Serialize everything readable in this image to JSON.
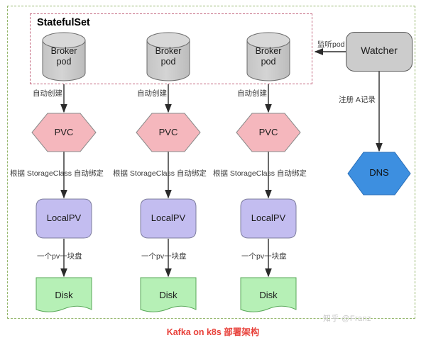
{
  "diagram": {
    "caption": "Kafka on k8s 部署架构",
    "watermark": "知乎 @Franz",
    "groups": {
      "outer": {
        "name": "cluster-boundary",
        "border_color": "#93b56a"
      },
      "statefulset": {
        "label": "StatefulSet",
        "border_color": "#c2647c"
      }
    },
    "colors": {
      "pod_fill": "#cccccc",
      "pvc_fill": "#f5b7bd",
      "localpv_fill": "#c3bdf0",
      "disk_fill": "#b6f0b6",
      "dns_fill": "#3d8fe0",
      "watcher_fill": "#cccccc",
      "caption_color": "#e8413a"
    },
    "columns": [
      {
        "pod": "Broker\npod",
        "pod_line1": "Broker",
        "pod_line2": "pod",
        "edge_pod_to_pvc": "自动创建",
        "pvc": "PVC",
        "edge_pvc_to_localpv": "根据 StorageClass 自动绑定",
        "localpv": "LocalPV",
        "edge_localpv_to_disk": "一个pv一块盘",
        "disk": "Disk"
      },
      {
        "pod_line1": "Broker",
        "pod_line2": "pod",
        "edge_pod_to_pvc": "自动创建",
        "pvc": "PVC",
        "edge_pvc_to_localpv": "根据 StorageClass 自动绑定",
        "localpv": "LocalPV",
        "edge_localpv_to_disk": "一个pv一块盘",
        "disk": "Disk"
      },
      {
        "pod_line1": "Broker",
        "pod_line2": "pod",
        "edge_pod_to_pvc": "自动创建",
        "pvc": "PVC",
        "edge_pvc_to_localpv": "根据 StorageClass 自动绑定",
        "localpv": "LocalPV",
        "edge_localpv_to_disk": "一个pv一块盘",
        "disk": "Disk"
      }
    ],
    "watcher": {
      "label": "Watcher",
      "edge_to_statefulset": "监听pod",
      "edge_to_dns": "注册 A记录"
    },
    "dns": {
      "label": "DNS"
    }
  }
}
